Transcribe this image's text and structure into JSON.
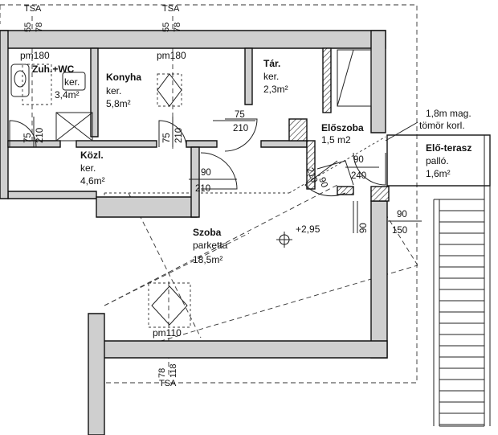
{
  "rooms": {
    "zuh": {
      "name": "Zuh.+WC",
      "finish": "ker.",
      "area": "3,4m²"
    },
    "konyha": {
      "name": "Konyha",
      "finish": "ker.",
      "area": "5,8m²"
    },
    "tar": {
      "name": "Tár.",
      "finish": "ker.",
      "area": "2,3m²"
    },
    "kozl": {
      "name": "Közl.",
      "finish": "ker.",
      "area": "4,6m²"
    },
    "eloszoba": {
      "name": "Előszoba",
      "area": "1,5 m2"
    },
    "eloterasz": {
      "name": "Elő-terasz",
      "finish": "palló.",
      "area": "1,6m²"
    },
    "szoba": {
      "name": "Szoba",
      "finish": "parketta",
      "area": "18,5m²"
    }
  },
  "labels": {
    "pm180_a": "pm180",
    "pm180_b": "pm180",
    "pm110": "pm110",
    "level": "+2,95",
    "korlat_1": "1,8m mag.",
    "korlat_2": "tömör korl."
  },
  "openings": {
    "d1_w": "75",
    "d1_h": "210",
    "d2_w": "75",
    "d2_h": "210",
    "d3_w": "75",
    "d3_h": "210",
    "d4_w": "90",
    "d4_h": "210",
    "d5_w": "90",
    "d5_h": "210",
    "d6_w": "90",
    "d6_h": "240",
    "w1_w": "90",
    "w1_h": "150",
    "w2": "90"
  },
  "sections": {
    "top_left": {
      "tag": "TSA",
      "a": "55",
      "b": "78"
    },
    "top_mid": {
      "tag": "TSA",
      "a": "55",
      "b": "78"
    },
    "bottom": {
      "tag": "TSA",
      "a": "78",
      "b": "118"
    }
  }
}
